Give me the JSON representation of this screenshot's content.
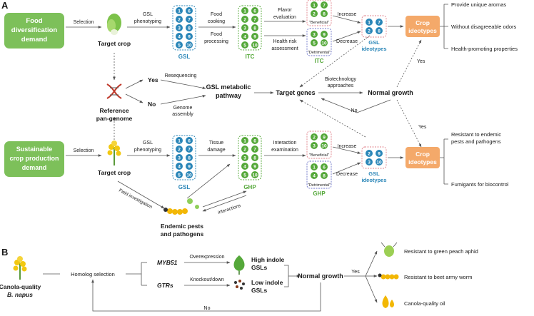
{
  "panel_a": {
    "label": "A",
    "food_box": [
      "Food",
      "diversification",
      "demand"
    ],
    "selection_top": "Selection",
    "target_crop_top": "Target crop",
    "gsl_phenotyping_top": [
      "GSL",
      "phenotyping"
    ],
    "gsl_label_top": "GSL",
    "food_cooking": [
      "Food",
      "cooking"
    ],
    "food_processing": [
      "Food",
      "processing"
    ],
    "itc_label": "ITC",
    "flavor_evaluation": [
      "Flavor",
      "evaluation"
    ],
    "health_risk": [
      "Health risk",
      "assessment"
    ],
    "beneficial": "\"Beneficial\"",
    "detrimental": "\"Detrimental\"",
    "itc_green": "ITC",
    "increase": "Increase",
    "decrease": "Decrease",
    "gsl_ideotypes": [
      "GSL",
      "ideotypes"
    ],
    "crop_ideotypes": [
      "Crop",
      "ideotypes"
    ],
    "food_outcomes": [
      "Provide unique aromas",
      "Without disagreeable odors",
      "Health-promoting properties"
    ],
    "yes": "Yes",
    "no": "No",
    "resequencing": "Resequencing",
    "genome_assembly": [
      "Genome",
      "assembly"
    ],
    "reference_pan_genome": [
      "Reference",
      "pan-genome"
    ],
    "gsl_metabolic_pathway": [
      "GSL metabolic",
      "pathway"
    ],
    "target_genes": "Target genes",
    "biotech": [
      "Biotechnology",
      "approaches"
    ],
    "normal_growth": "Normal growth",
    "sustainable_box": [
      "Sustainable",
      "crop production",
      "demand"
    ],
    "selection_bottom": "Selection",
    "target_crop_bottom": "Target crop",
    "gsl_phenotyping_bottom": [
      "GSL",
      "phenotyping"
    ],
    "gsl_label_bottom": "GSL",
    "tissue_damage": [
      "Tissue",
      "damage"
    ],
    "ghp_label": "GHP",
    "interaction_examination": [
      "Interaction",
      "examination"
    ],
    "ghp_green": "GHP",
    "field_investigation": "Field investigation",
    "interactions": "interactions",
    "endemic_pests": [
      "Endemic pests",
      "and pathogens"
    ],
    "sustainable_outcomes": [
      "Resistant to endemic",
      "pests and pathogens",
      "Fumigants for biocontrol"
    ],
    "gsl_numbers": [
      "1",
      "6",
      "2",
      "7",
      "3",
      "8",
      "4",
      "9",
      "5",
      "10"
    ],
    "top_beneficial_nums": [
      "1",
      "7",
      "2",
      "8"
    ],
    "top_detrimental_nums": [
      "3",
      "9",
      "5",
      "10"
    ],
    "top_ideotype_nums": [
      "1",
      "7",
      "2",
      "8"
    ],
    "bottom_beneficial_nums": [
      "2",
      "9",
      "3",
      "10"
    ],
    "bottom_detrimental_nums": [
      "1",
      "6",
      "4",
      "8"
    ],
    "bottom_ideotype_nums": [
      "2",
      "9",
      "3",
      "10"
    ]
  },
  "panel_b": {
    "label": "B",
    "canola_label": [
      "Canola-quality",
      "B. napus"
    ],
    "homolog_selection": "Homolog selection",
    "myb51": "MYB51",
    "gtrs": "GTRs",
    "overexpression": "Overexpression",
    "knockout": "Knockout/down",
    "high_indole": [
      "High indole",
      "GSLs"
    ],
    "low_indole": [
      "Low indole",
      "GSLs"
    ],
    "normal_growth": "Normal growth",
    "yes": "Yes",
    "no": "No",
    "outcomes": [
      "Resistant to green peach aphid",
      "Resistant to beet army worm",
      "Canola-quality oil"
    ]
  },
  "colors": {
    "green_box": "#7dc05a",
    "orange_box": "#f4a96a",
    "gsl_blue": "#2a86b8",
    "itc_green": "#55a83a",
    "beneficial_red": "#e0808a",
    "detrimental_blue": "#6a72c8"
  }
}
